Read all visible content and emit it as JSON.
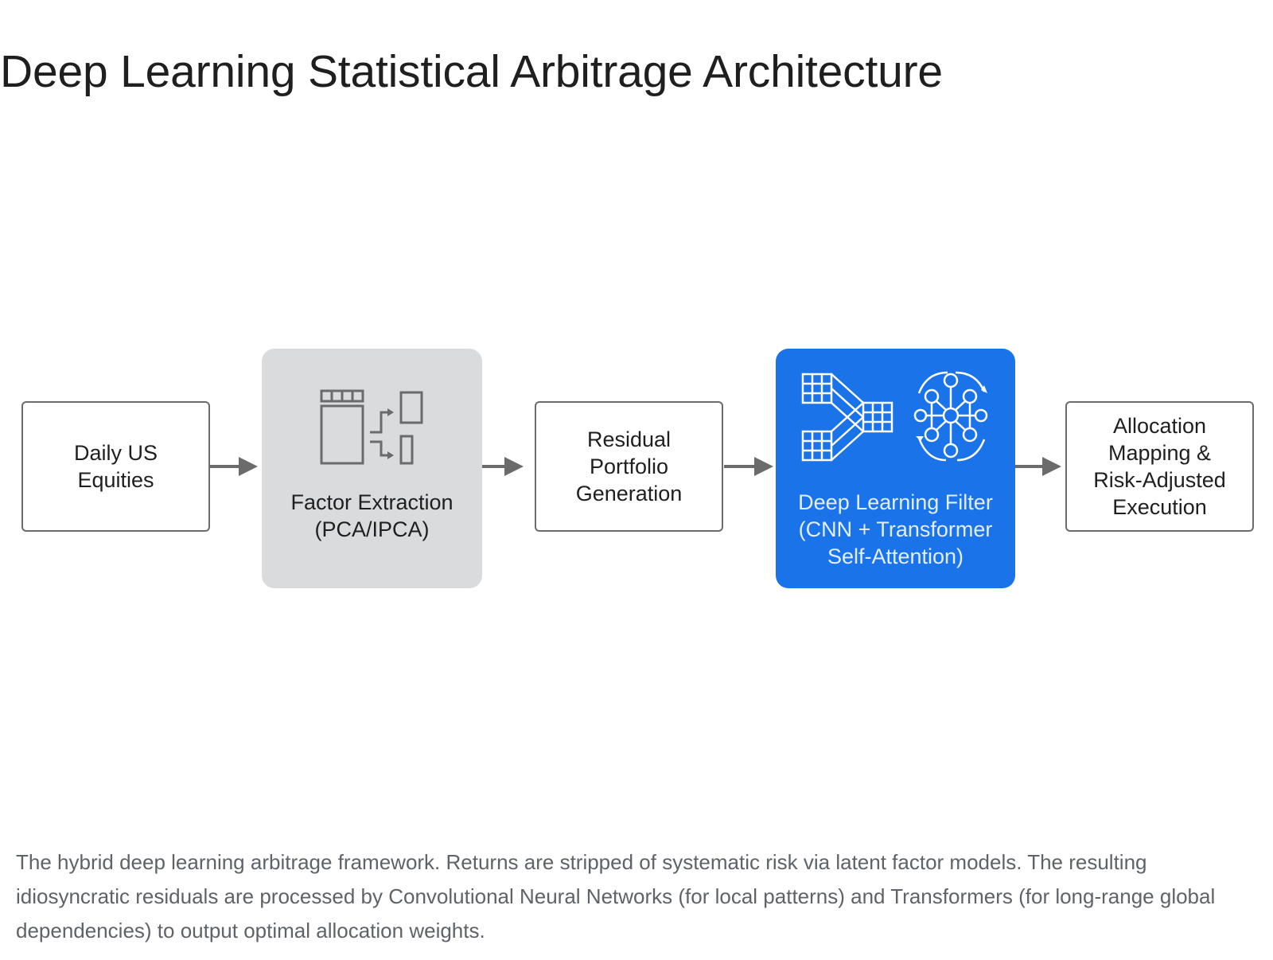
{
  "title": "Deep Learning Statistical Arbitrage Architecture",
  "diagram": {
    "nodes": [
      {
        "id": "daily-us-equities",
        "label": "Daily US\nEquities"
      },
      {
        "id": "factor-extraction",
        "label": "Factor Extraction\n(PCA/IPCA)",
        "icon": "factor-matrix-icon"
      },
      {
        "id": "residual-portfolio",
        "label": "Residual\nPortfolio\nGeneration"
      },
      {
        "id": "deep-learning-filter",
        "label": "Deep Learning Filter\n(CNN + Transformer\nSelf-Attention)",
        "icon": "cnn-transformer-icon"
      },
      {
        "id": "allocation-execution",
        "label": "Allocation\nMapping &\nRisk-Adjusted\nExecution"
      }
    ],
    "colors": {
      "box_border": "#6b6b6b",
      "grey_fill": "#dadbdc",
      "blue_fill": "#1a73e8",
      "arrow": "#6b6b6b",
      "icon_grey": "#6b6b6b",
      "icon_white": "#ffffff"
    }
  },
  "caption": "The hybrid deep learning arbitrage framework. Returns are stripped of systematic risk via latent factor models. The resulting idiosyncratic residuals are processed by Convolutional Neural Networks (for local patterns) and Transformers (for long-range global dependencies) to output optimal allocation weights."
}
